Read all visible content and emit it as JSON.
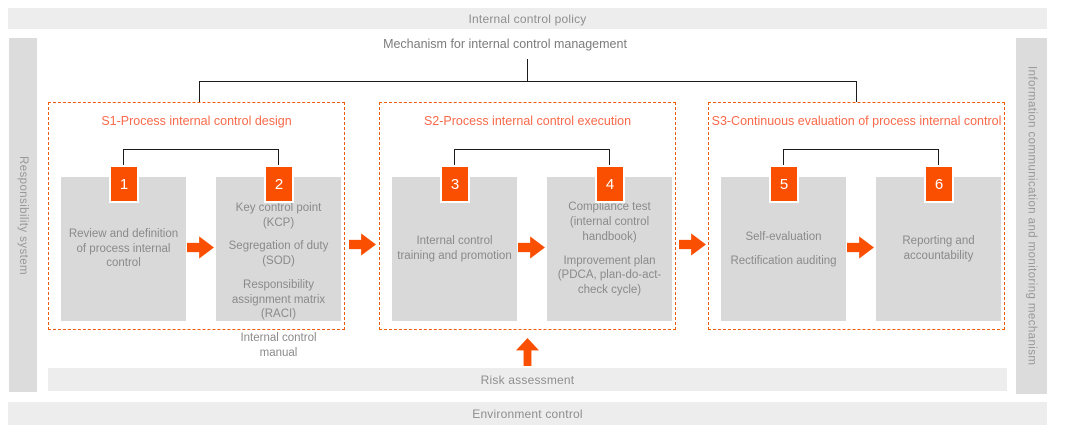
{
  "top_bar": {
    "label": "Internal control policy"
  },
  "mechanism_label": "Mechanism for internal control management",
  "left_bar": {
    "label": "Responsibility system"
  },
  "right_bar": {
    "label": "Information communication and monitoring mechanism"
  },
  "groups": [
    {
      "title": "S1-Process internal control design",
      "steps": [
        {
          "number": "1",
          "lines": [
            "Review and definition of process internal control"
          ]
        },
        {
          "number": "2",
          "lines": [
            "Key control point (KCP)",
            "Segregation of duty (SOD)",
            "Responsibility assignment matrix (RACI)",
            "Internal control manual"
          ]
        }
      ]
    },
    {
      "title": "S2-Process internal control execution",
      "steps": [
        {
          "number": "3",
          "lines": [
            "Internal control training and promotion"
          ]
        },
        {
          "number": "4",
          "lines": [
            "Compliance test (internal control handbook)",
            "Improvement plan (PDCA, plan-do-act-check cycle)"
          ]
        }
      ]
    },
    {
      "title": "S3-Continuous evaluation of process internal control",
      "steps": [
        {
          "number": "5",
          "lines": [
            "Self-evaluation",
            "Rectification auditing"
          ]
        },
        {
          "number": "6",
          "lines": [
            "Reporting and accountability"
          ]
        }
      ]
    }
  ],
  "risk_bar": {
    "label": "Risk assessment"
  },
  "environment_bar": {
    "label": "Environment control"
  },
  "colors": {
    "accent_orange": "#fa4e00",
    "title_orange": "#f96a4a",
    "dashed_border": "#ee5a0a",
    "bar_gray": "#ededed",
    "side_bar_gray": "#dcdcdc",
    "card_gray": "#d9d9d9",
    "text_gray": "#8a8a8a",
    "connector_black": "#1c1c1c"
  }
}
